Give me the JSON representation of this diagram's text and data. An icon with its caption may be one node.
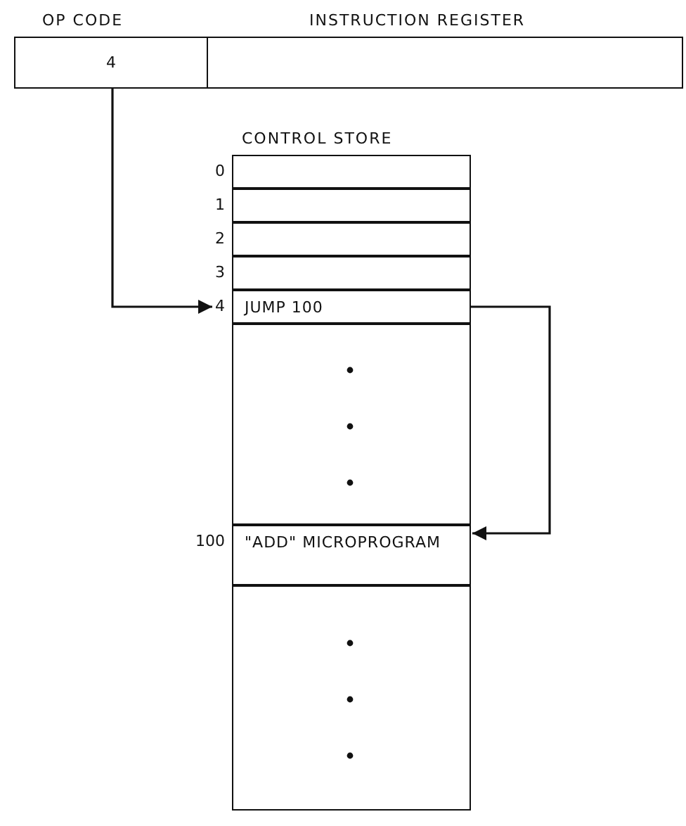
{
  "diagram": {
    "nodes": [
      {
        "text": [
          "INSTRUCTION REGISTER"
        ]
      },
      {
        "text": [
          "OP CODE",
          "4"
        ],
        "in": 0
      },
      {
        "text": [
          "CONTROL STORE"
        ]
      },
      {
        "text": [],
        "shape": "box",
        "in": 2,
        "beside": [
          "0"
        ]
      },
      {
        "text": [],
        "shape": "box",
        "in": 2,
        "beside": [
          "1"
        ]
      },
      {
        "text": [],
        "shape": "box",
        "in": 2,
        "beside": [
          "2"
        ]
      },
      {
        "text": [],
        "shape": "box",
        "in": 2,
        "beside": [
          "3"
        ]
      },
      {
        "text": [
          "JUMP 100"
        ],
        "in": 2,
        "beside": [
          "4"
        ]
      },
      {
        "text": [],
        "shape": "box",
        "in": 2
      },
      {
        "text": [
          "\"ADD\" MICROPROGRAM"
        ],
        "in": 2,
        "beside": [
          "100"
        ]
      },
      {
        "text": [],
        "shape": "box",
        "in": 2
      }
    ],
    "edges": [
      {
        "from": 1,
        "to": 7,
        "arrow": "to"
      },
      {
        "from": 7,
        "to": 9,
        "arrow": "to"
      }
    ]
  }
}
